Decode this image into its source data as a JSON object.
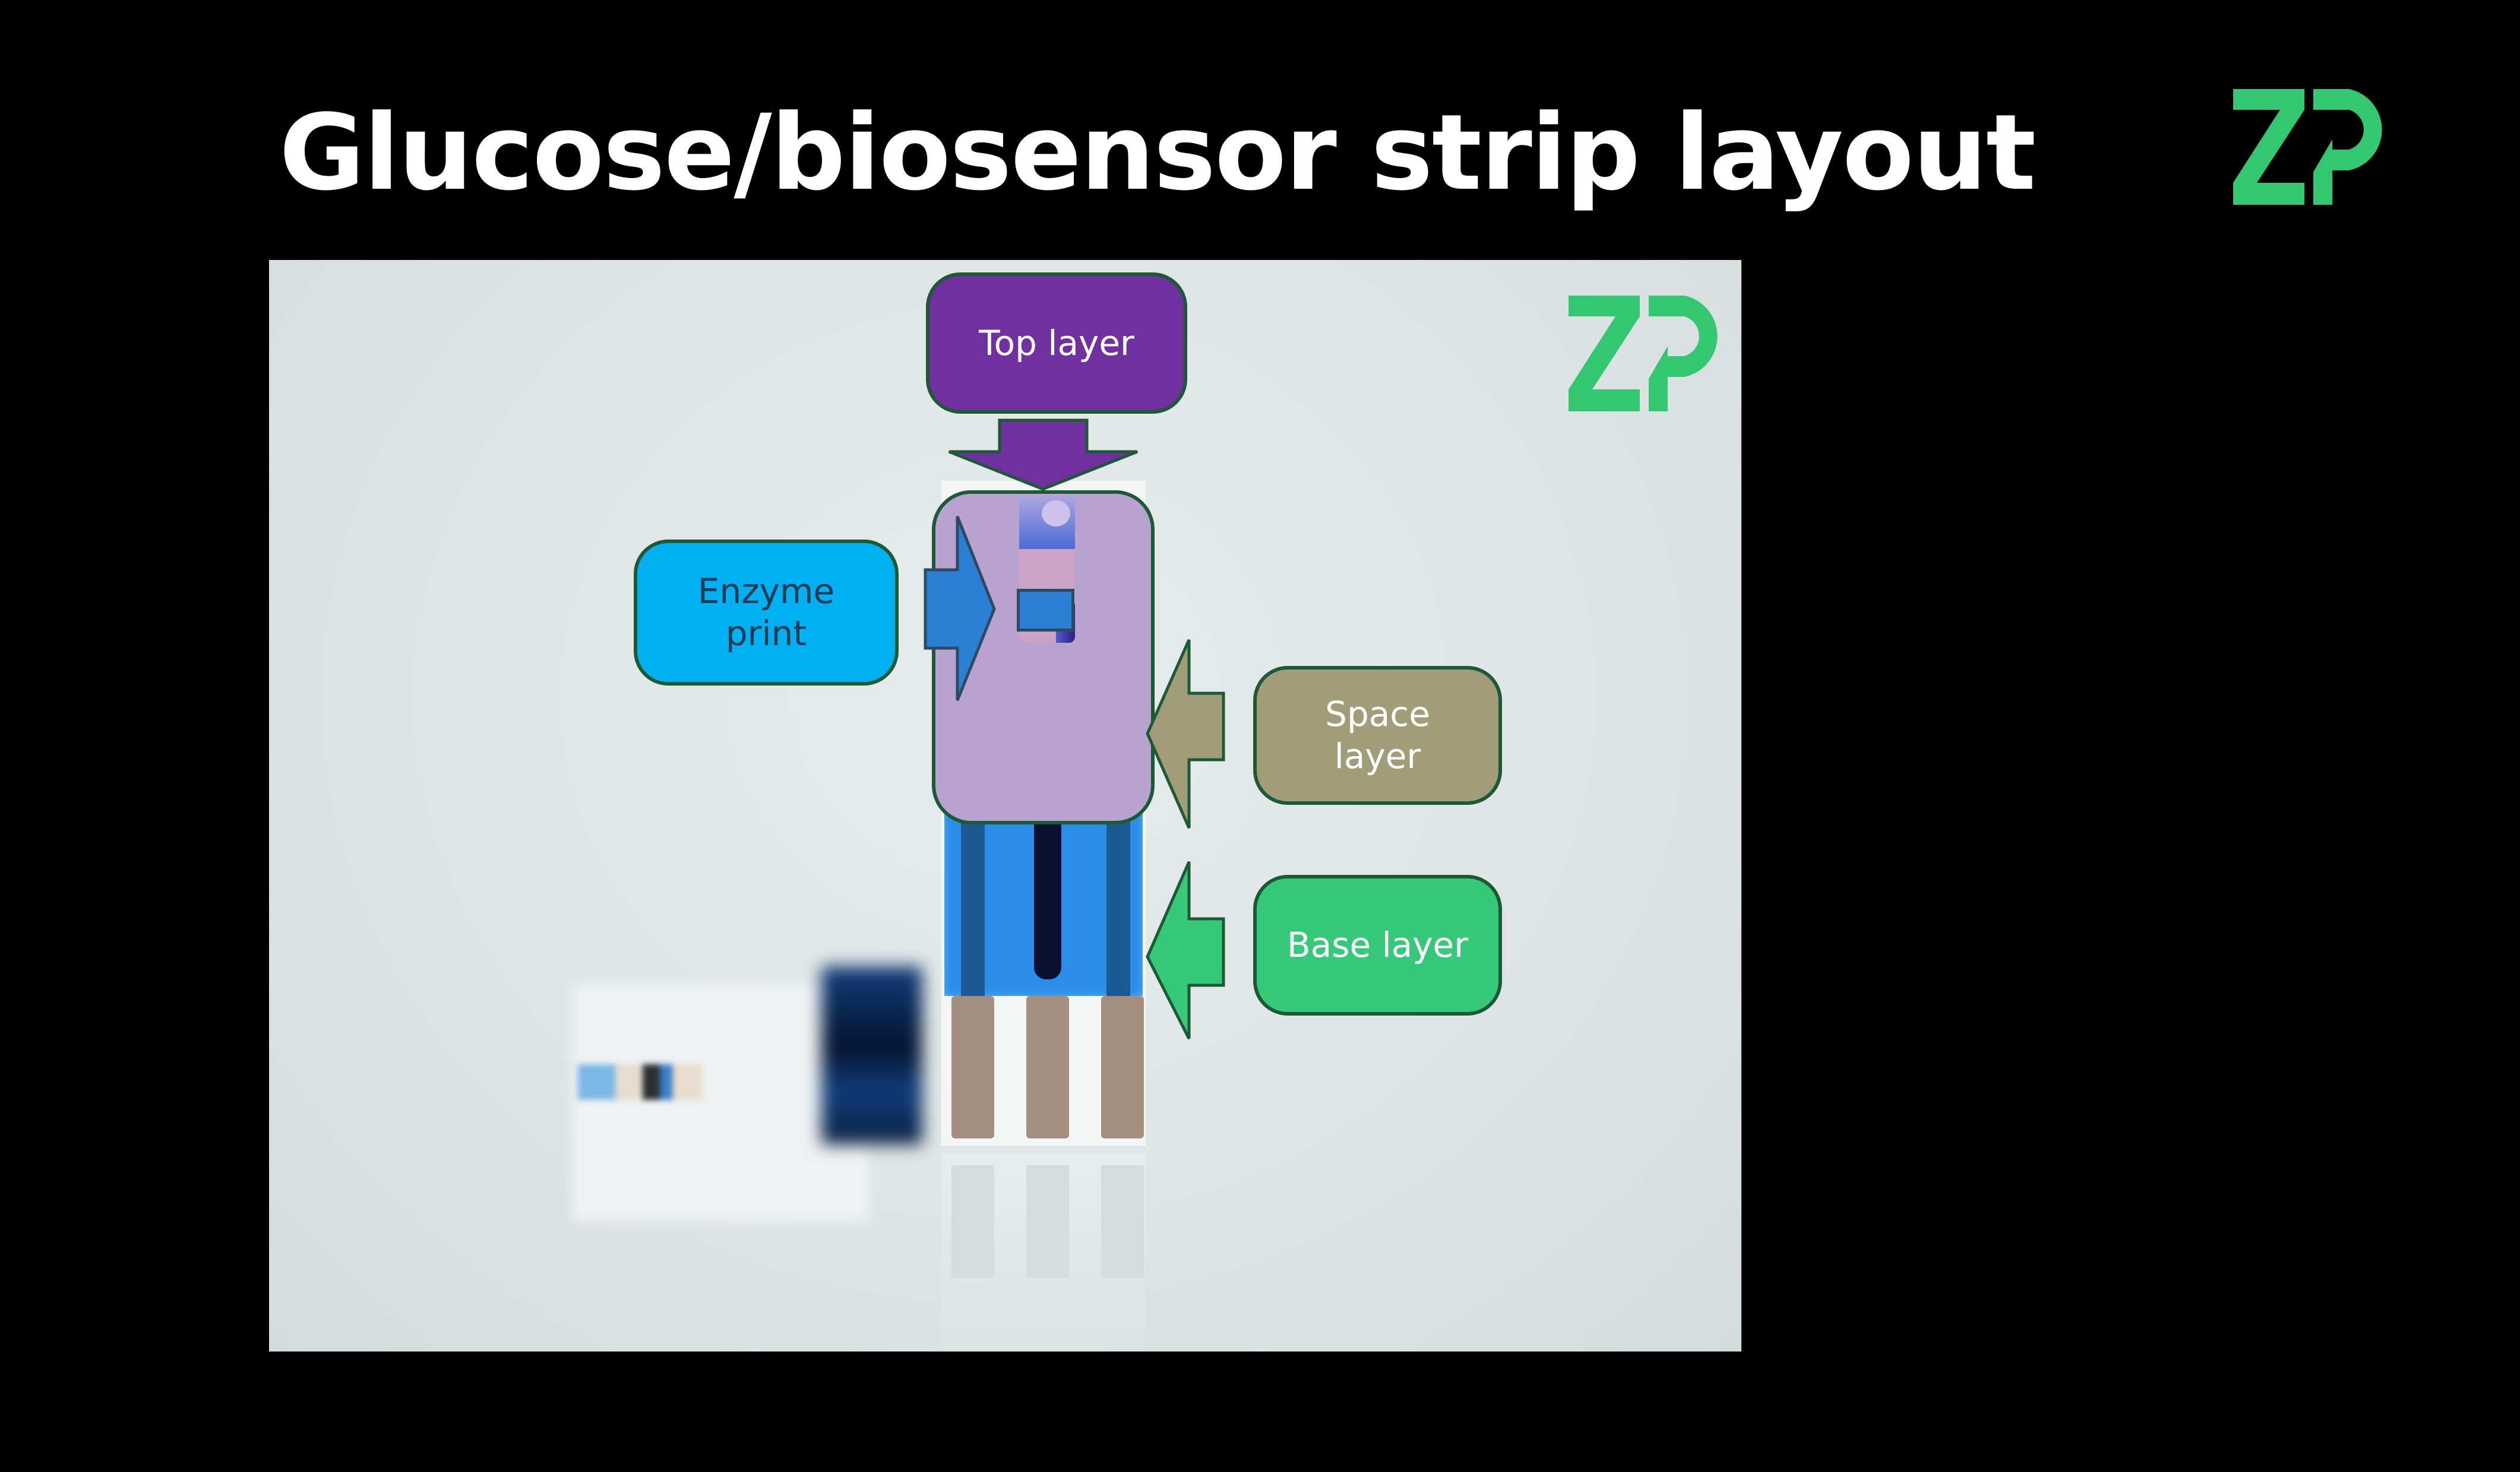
{
  "slide": {
    "title": "Glucose/biosensor strip layout",
    "background": "#000000"
  },
  "logos": {
    "header_logo_text": "ZP",
    "photo_logo_text": "ZP",
    "color": "#33c772"
  },
  "diagram": {
    "labels": {
      "top_layer": "Top layer",
      "enzyme_print_line1": "Enzyme",
      "enzyme_print_line2": "print",
      "space_layer_line1": "Space",
      "space_layer_line2": "layer",
      "base_layer": "Base layer"
    },
    "colors": {
      "top_layer": "#7030a0",
      "top_layer_overlay": "#b8a2d0",
      "enzyme_print": "#00b0f0",
      "enzyme_arrow": "#2b7fd4",
      "space_layer": "#a09d78",
      "base_layer": "#36c97a",
      "outline": "#1b5a34"
    }
  }
}
